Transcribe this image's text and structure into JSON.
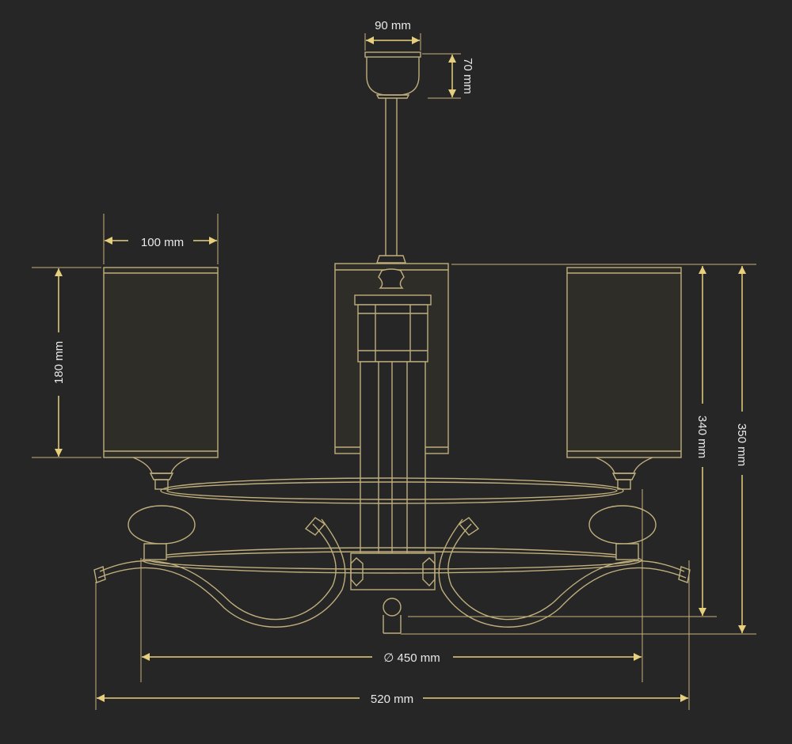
{
  "colors": {
    "background": "#262626",
    "line": "#bfae7c",
    "arrow": "#e6cf7d",
    "label": "#e9e9e9",
    "shade_fill": "#2e2d28"
  },
  "dimensions": {
    "canopy_width": "90 mm",
    "canopy_height": "70 mm",
    "shade_width": "100 mm",
    "shade_height": "180 mm",
    "height_shade_to_arm": "340 mm",
    "overall_height": "350 mm",
    "ring_diameter": "∅ 450 mm",
    "overall_width": "520 mm"
  }
}
